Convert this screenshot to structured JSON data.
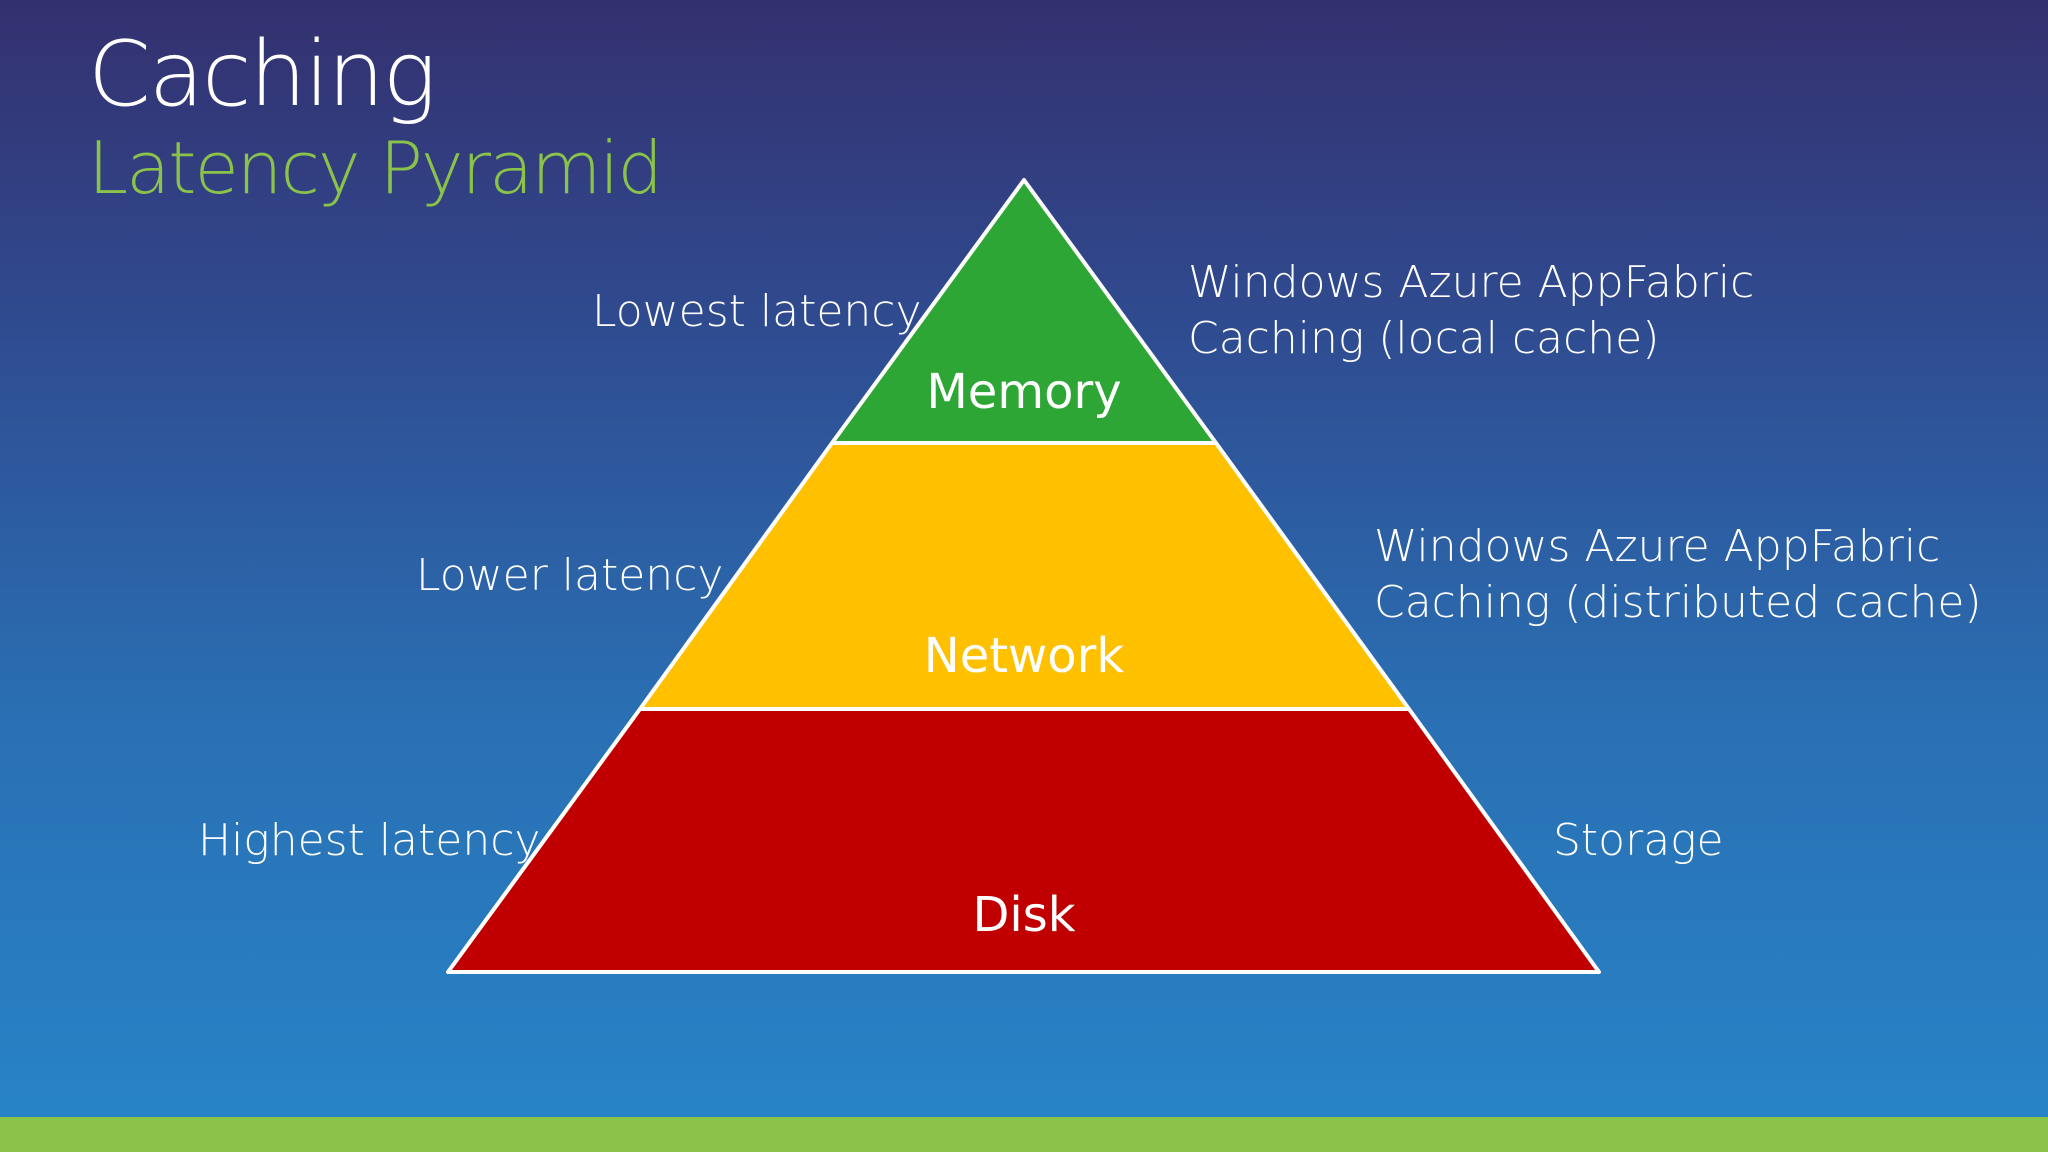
{
  "slide": {
    "title": "Caching",
    "subtitle": "Latency Pyramid"
  },
  "pyramid": {
    "tiers": [
      {
        "label": "Memory",
        "color": "#2ea636",
        "latency": "Lowest latency",
        "description": "Windows Azure AppFabric Caching (local cache)",
        "description_lines": [
          "Windows Azure AppFabric",
          "Caching (local cache)"
        ]
      },
      {
        "label": "Network",
        "color": "#ffc000",
        "latency": "Lower latency",
        "description": "Windows Azure AppFabric Caching (distributed cache)",
        "description_lines": [
          "Windows Azure AppFabric",
          "Caching (distributed cache)"
        ]
      },
      {
        "label": "Disk",
        "color": "#c00000",
        "latency": "Highest latency",
        "description": "Storage",
        "description_lines": [
          "Storage"
        ]
      }
    ],
    "outline_color": "#ffffff"
  },
  "colors": {
    "title": "#ffffff",
    "subtitle": "#8bc34a",
    "bottom_bar": "#8bc34a"
  }
}
